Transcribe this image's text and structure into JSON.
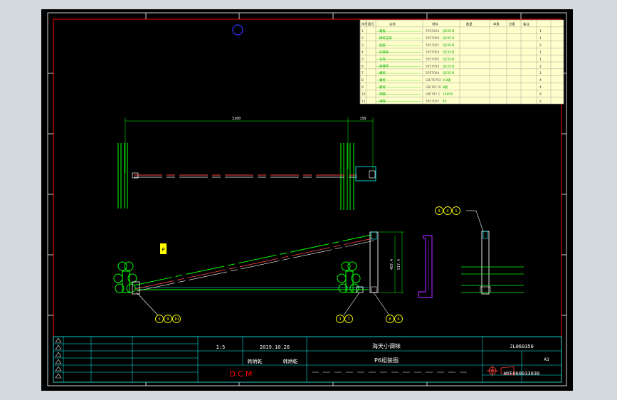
{
  "app": {
    "background_color": "#d4d9e0",
    "canvas_color": "#000000"
  },
  "drawing": {
    "dimensions": {
      "length": "3100",
      "offset": "150",
      "height_a": "487.4",
      "height_b": "517.4"
    },
    "callouts": {
      "left_group": [
        "3",
        "9",
        "10"
      ],
      "mid_group": [
        "3",
        "7"
      ],
      "right_group": [
        "8",
        "6"
      ],
      "side_group": [
        "9",
        "4",
        "1"
      ]
    },
    "tag_label": "P",
    "bom": {
      "headers": [
        "序号",
        "图号",
        "名称",
        "材料",
        "数量",
        "单重",
        "总重",
        "备注"
      ],
      "rows": [
        {
          "no": "1",
          "name": "踏板",
          "code": "5PE3204",
          "mat": "Q235-B",
          "qty": "1"
        },
        {
          "no": "2",
          "name": "撑杆支架",
          "code": "5PE7006",
          "mat": "Q235-B",
          "qty": "1"
        },
        {
          "no": "3",
          "name": "底座",
          "code": "5PE7001",
          "mat": "Q235-B",
          "qty": "2"
        },
        {
          "no": "4",
          "name": "连接板",
          "code": "5PE7003",
          "mat": "Q235-B",
          "qty": "1"
        },
        {
          "no": "5",
          "name": "立柱",
          "code": "5PE7002",
          "mat": "Q235-B",
          "qty": "1"
        },
        {
          "no": "6",
          "name": "斜撑杆",
          "code": "5PE7005",
          "mat": "Q235-B",
          "qty": "2"
        },
        {
          "no": "7",
          "name": "横杆",
          "code": "5PE7004",
          "mat": "Q235-B",
          "qty": "1"
        },
        {
          "no": "8",
          "name": "螺栓",
          "code": "GB/T5782",
          "mat": "8.8级",
          "qty": "4"
        },
        {
          "no": "9",
          "name": "螺母",
          "code": "GB/T6170",
          "mat": "8级",
          "qty": "4"
        },
        {
          "no": "10",
          "name": "垫圈",
          "code": "GB/T97.1",
          "mat": "140HV",
          "qty": "8"
        },
        {
          "no": "11",
          "name": "销轴",
          "code": "5PE7007",
          "mat": "45",
          "qty": "2"
        }
      ]
    },
    "title_block": {
      "scale": "1:5",
      "date": "2019.10.26",
      "company": "海天小调味",
      "drawing_no": "JL060350",
      "title": "P6组装图",
      "sheet_size": "A3",
      "code": "WYE060033030",
      "signature_1": "韩炳乾",
      "signature_2": "韩炳乾",
      "brand": "DCM"
    },
    "colors": {
      "frame": "#ff0000",
      "line": "#00ff00",
      "cyan": "#00ffff",
      "yellow": "#ffff00",
      "white": "#ffffff",
      "blue": "#3333ff",
      "purple": "#a020f0",
      "bom_bg": "#ffffcc"
    }
  }
}
